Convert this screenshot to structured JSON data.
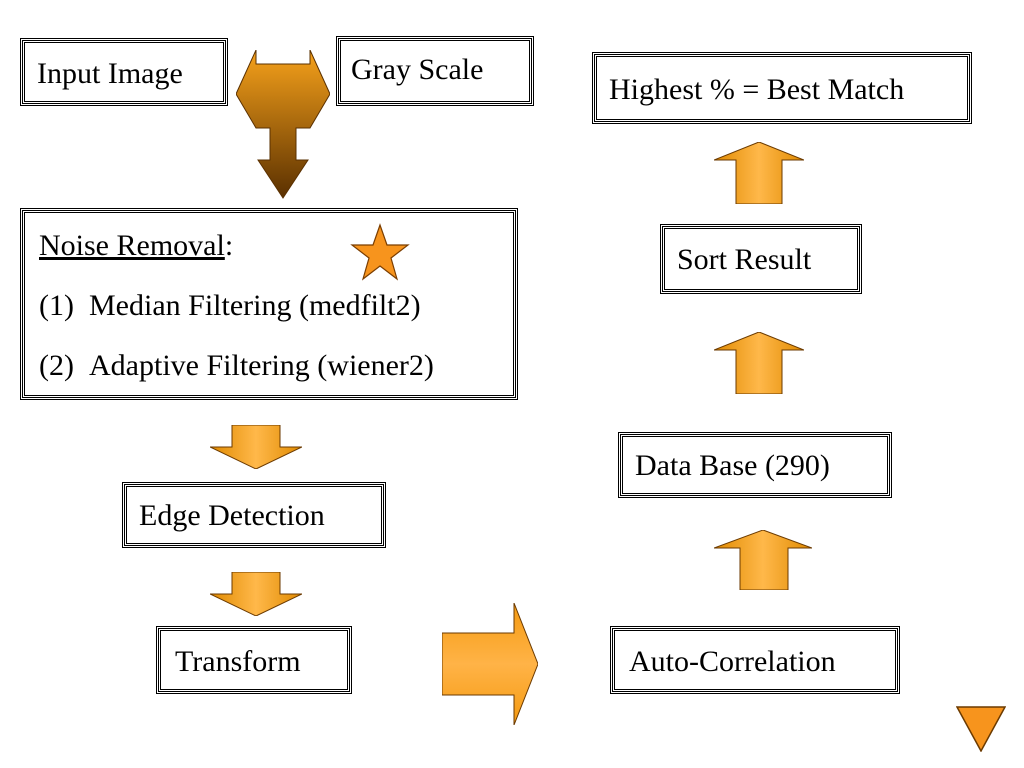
{
  "boxes": {
    "input_image": "Input Image",
    "gray_scale": "Gray Scale",
    "noise": {
      "heading": "Noise Removal",
      "heading_suffix": ":",
      "items": [
        {
          "num": "(1)",
          "text": "Median Filtering (medfilt2)"
        },
        {
          "num": "(2)",
          "text": "Adaptive Filtering (wiener2)"
        }
      ]
    },
    "edge_detection": "Edge Detection",
    "transform": "Transform",
    "auto_correlation": "Auto-Correlation",
    "data_base": "Data Base (290)",
    "sort_result": "Sort Result",
    "best_match": "Highest % = Best Match"
  },
  "colors": {
    "arrow_light": "#ffd08a",
    "arrow_main": "#f5a623",
    "arrow_dark": "#6b3a00",
    "star": "#f7941d"
  }
}
